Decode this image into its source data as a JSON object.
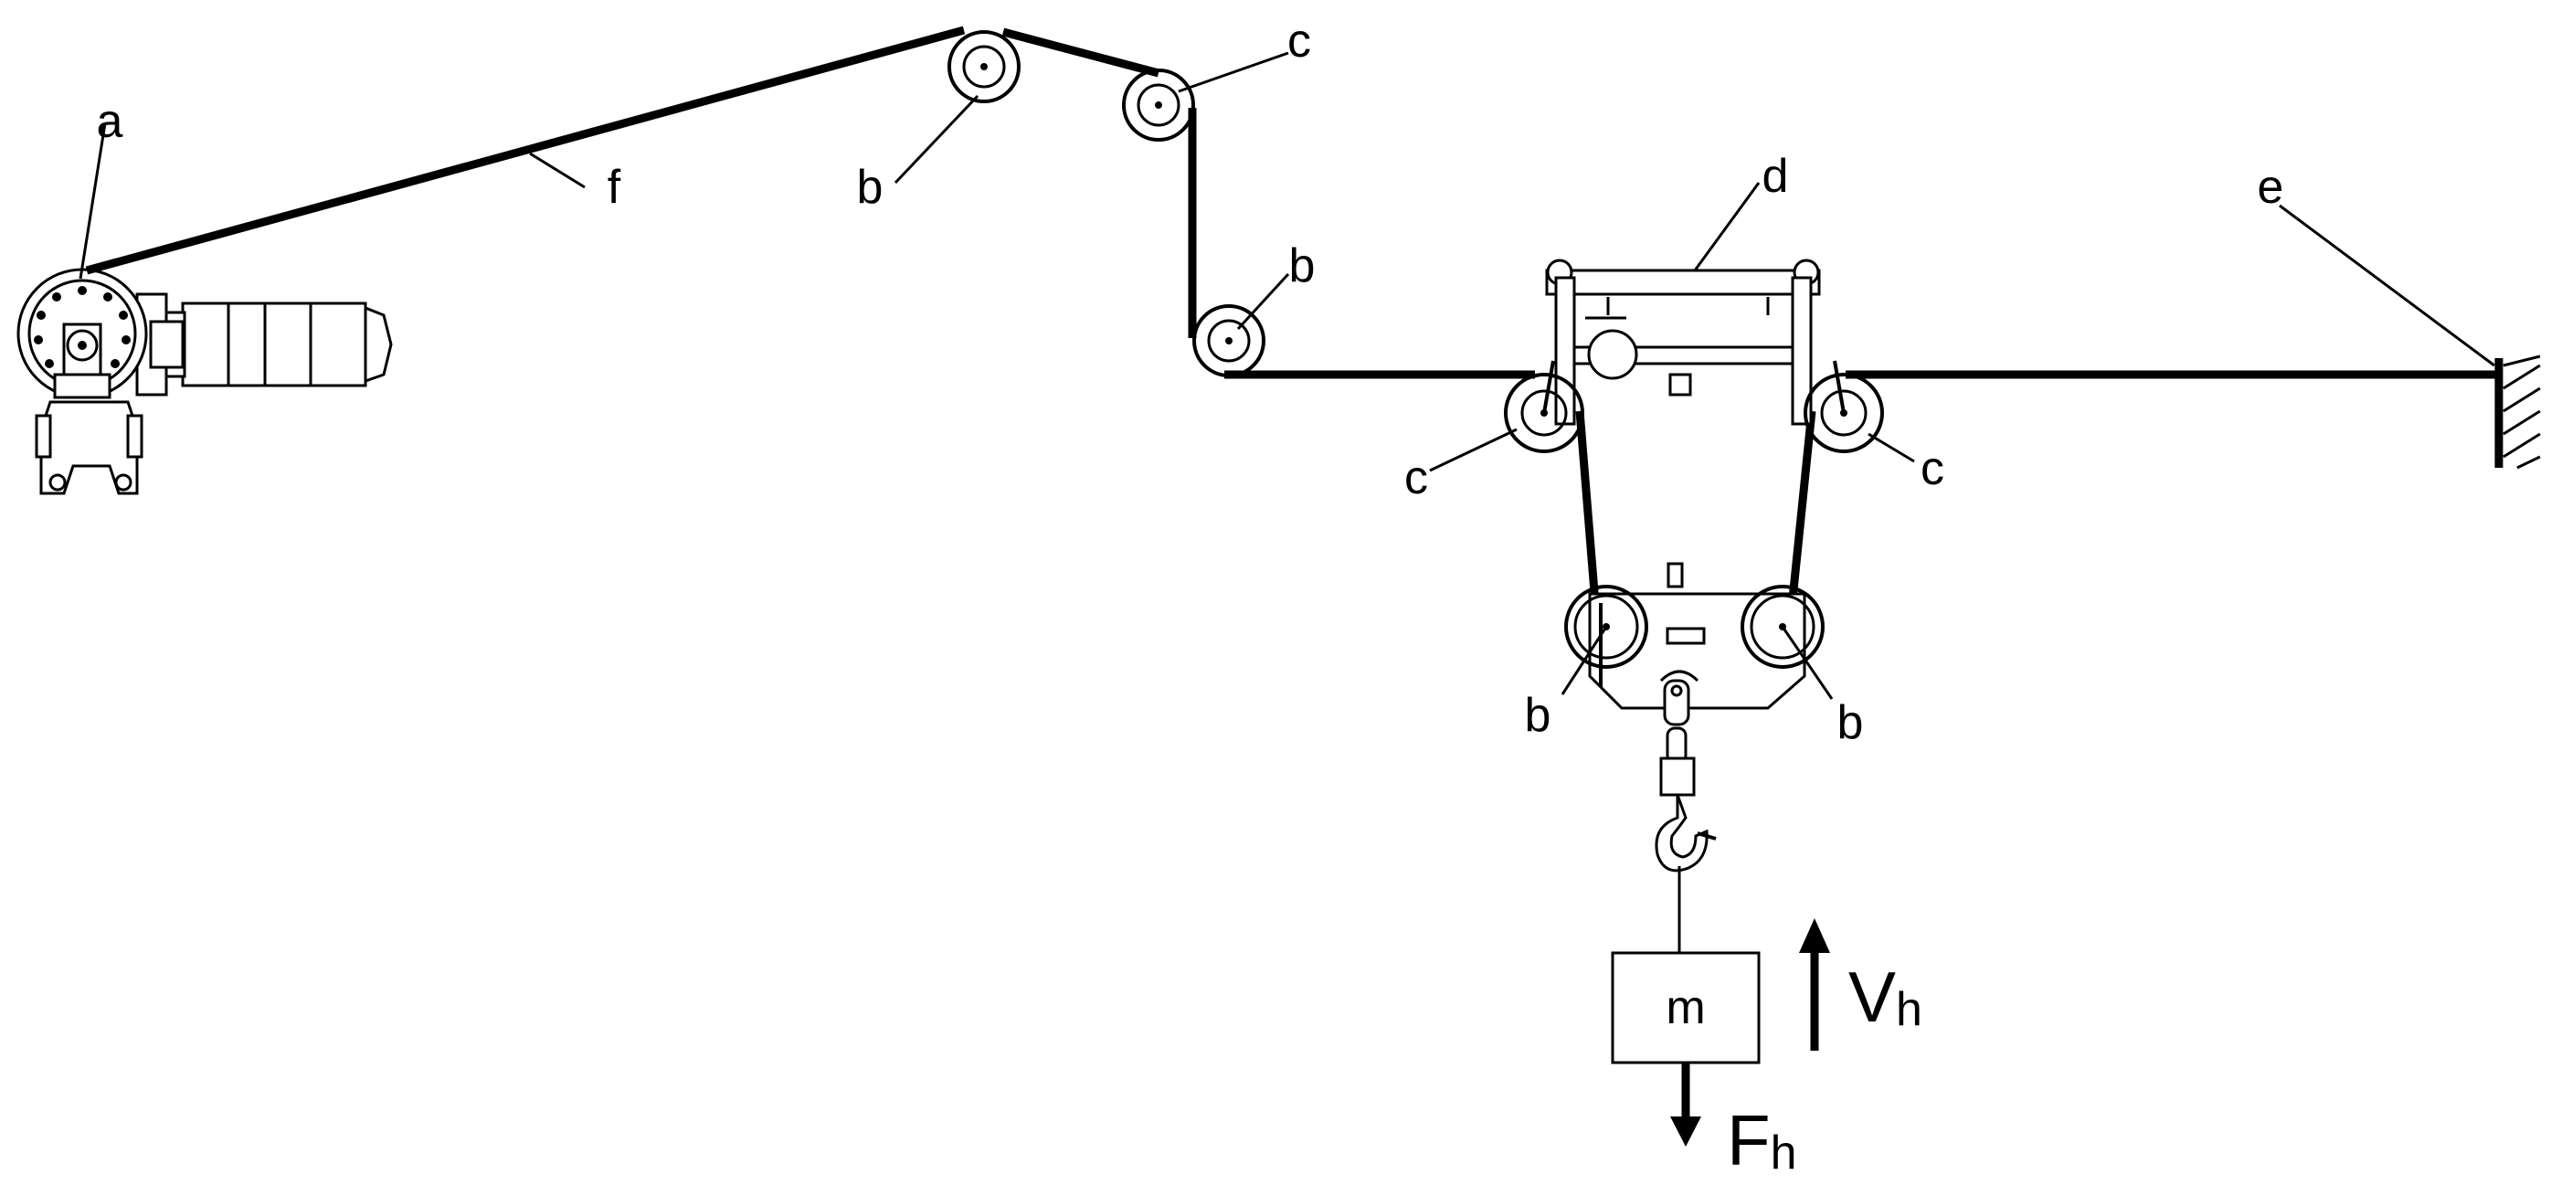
{
  "labels": {
    "a": "a",
    "b_top": "b",
    "b_mid": "b",
    "b_left": "b",
    "b_right": "b",
    "c_top": "c",
    "c_left": "c",
    "c_right": "c",
    "d": "d",
    "e": "e",
    "f": "f",
    "mass": "m",
    "velocity_main": "V",
    "velocity_sub": "h",
    "force_main": "F",
    "force_sub": "h"
  },
  "colors": {
    "ink": "#000000",
    "background": "#ffffff"
  }
}
